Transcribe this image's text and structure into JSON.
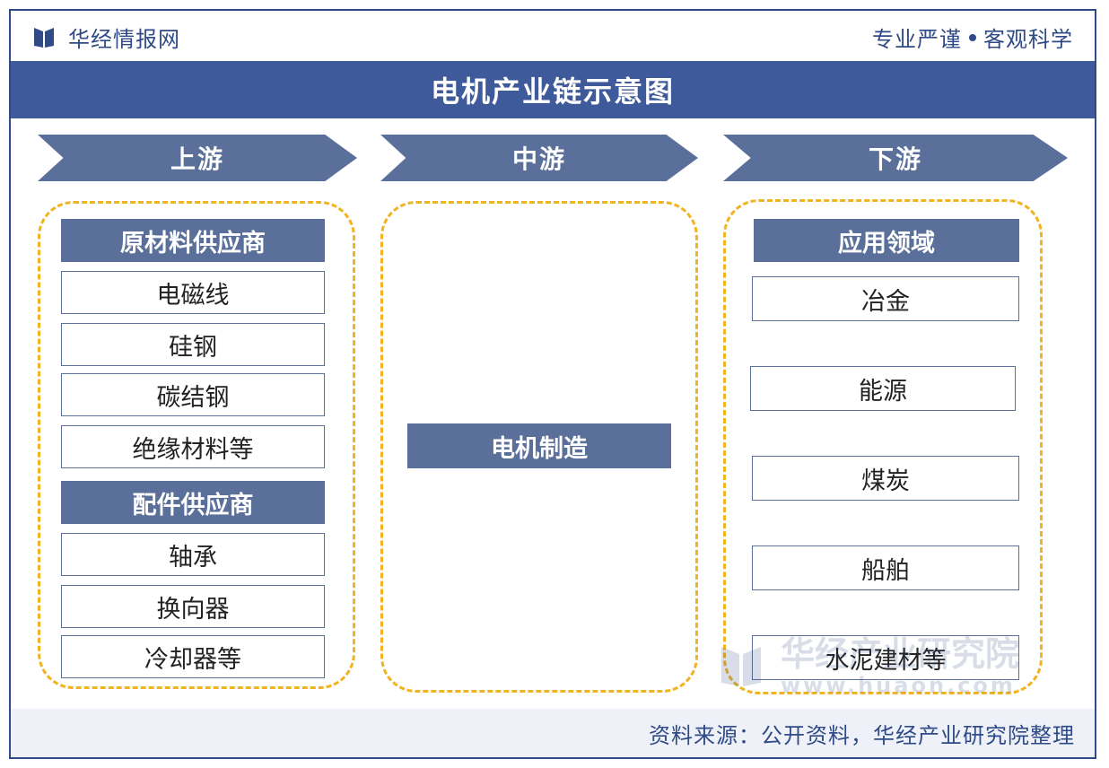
{
  "header": {
    "brand": "华经情报网",
    "slogan_left": "专业严谨",
    "slogan_right": "客观科学"
  },
  "title": "电机产业链示意图",
  "stages": {
    "upstream": "上游",
    "midstream": "中游",
    "downstream": "下游"
  },
  "upstream": {
    "group1_title": "原材料供应商",
    "group1_items": [
      "电磁线",
      "硅钢",
      "碳结钢",
      "绝缘材料等"
    ],
    "group2_title": "配件供应商",
    "group2_items": [
      "轴承",
      "换向器",
      "冷却器等"
    ]
  },
  "midstream": {
    "item": "电机制造"
  },
  "downstream": {
    "title": "应用领域",
    "items": [
      "冶金",
      "能源",
      "煤炭",
      "船舶",
      "水泥建材等"
    ]
  },
  "footer": {
    "source": "资料来源：公开资料，华经产业研究院整理"
  },
  "watermark": {
    "name": "华经产业研究院",
    "url": "www.huaon.com"
  },
  "colors": {
    "primary": "#3f5a9a",
    "accent_dashed": "#f2b320",
    "box_fill": "#5a6f99"
  }
}
